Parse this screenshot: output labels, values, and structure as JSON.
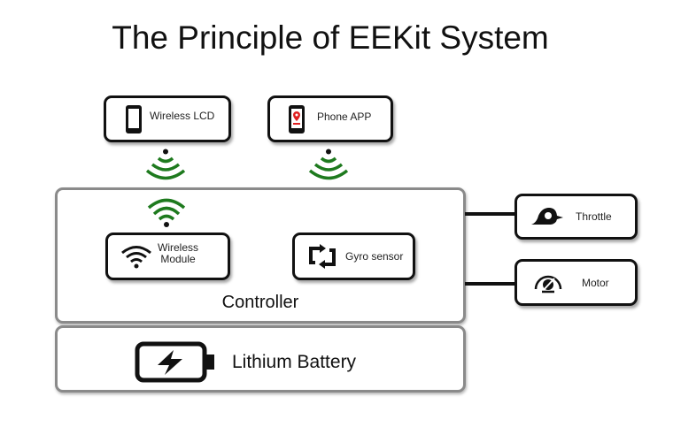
{
  "title": "The Principle of EEKit System",
  "external": {
    "wireless_lcd": "Wireless LCD",
    "phone_app": "Phone APP"
  },
  "controller": {
    "label": "Controller",
    "wireless_module": "Wireless\nModule",
    "wireless_module_line1": "Wireless",
    "wireless_module_line2": "Module",
    "gyro_sensor": "Gyro sensor"
  },
  "battery": {
    "label": "Lithium Battery"
  },
  "peripherals": {
    "throttle": "Throttle",
    "motor": "Motor"
  },
  "colors": {
    "signal": "#1e7a1e",
    "panel_border": "#8a8a8a",
    "pin_red": "#e02020"
  }
}
